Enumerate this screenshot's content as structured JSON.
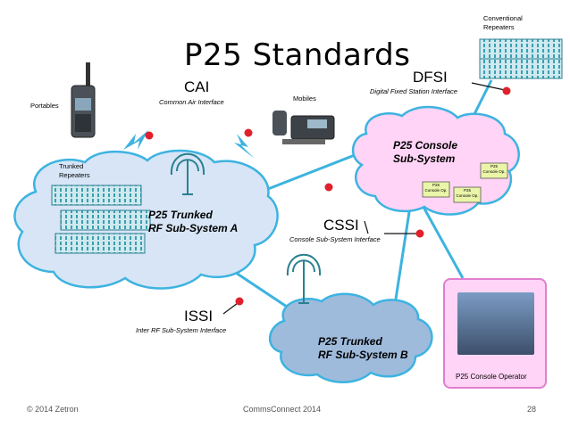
{
  "slide": {
    "title": "P25 Standards",
    "footer_left": "© 2014 Zetron",
    "footer_center": "CommsConnect 2014",
    "footer_right": "28"
  },
  "labels": {
    "portables": "Portables",
    "mobiles": "Mobiles",
    "trunked_repeaters": "Trunked\nRepeaters",
    "conventional_repeaters": "Conventional\nRepeaters",
    "console_operator": "P25 Console Operator"
  },
  "interfaces": {
    "cai": {
      "abbr": "CAI",
      "name": "Common Air Interface"
    },
    "dfsi": {
      "abbr": "DFSI",
      "name": "Digital Fixed Station Interface"
    },
    "cssi": {
      "abbr": "CSSI",
      "name": "Console Sub-System Interface"
    },
    "issi": {
      "abbr": "ISSI",
      "name": "Inter RF Sub-System Interface"
    }
  },
  "clouds": {
    "trunked_a": "P25 Trunked\nRF Sub-System A",
    "trunked_b": "P25 Trunked\nRF Sub-System B",
    "console": "P25 Console\nSub-System"
  },
  "console_boxes": [
    "P25\nConsole Op.",
    "P25\nConsole Op.",
    "P25\nConsole Op."
  ],
  "colors": {
    "link": "#3db3e0",
    "dot": "#e0202a",
    "cloud_a": "#d7e5f6",
    "cloud_b": "#9fbbdc",
    "cloud_console": "#ffd4f6",
    "console_box": "#eaf5a8"
  }
}
